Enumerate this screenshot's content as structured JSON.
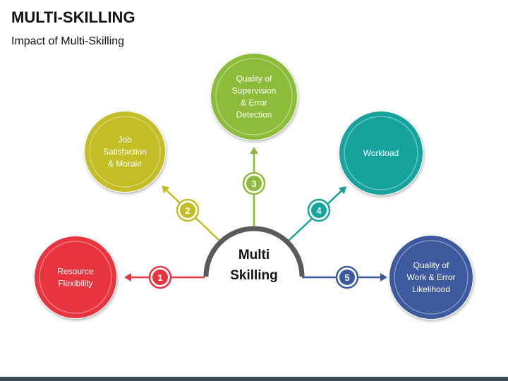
{
  "header": {
    "title": "MULTI-SKILLING",
    "subtitle": "Impact of Multi-Skilling"
  },
  "hub": {
    "lines": [
      "Multi",
      "Skilling"
    ]
  },
  "nodes": [
    {
      "number": "1",
      "lines": [
        "Resource",
        "Flexibility"
      ],
      "color": "#e8343f"
    },
    {
      "number": "2",
      "lines": [
        "Job",
        "Satisfaction",
        "& Morale"
      ],
      "color": "#c3bd26"
    },
    {
      "number": "3",
      "lines": [
        "Quality of",
        "Supervision",
        "& Error",
        "Detection"
      ],
      "color": "#8cbc3a"
    },
    {
      "number": "4",
      "lines": [
        "Workload"
      ],
      "color": "#17a39d"
    },
    {
      "number": "5",
      "lines": [
        "Quality of",
        "Work & Error",
        "Likelihood"
      ],
      "color": "#3d5a9e"
    }
  ]
}
